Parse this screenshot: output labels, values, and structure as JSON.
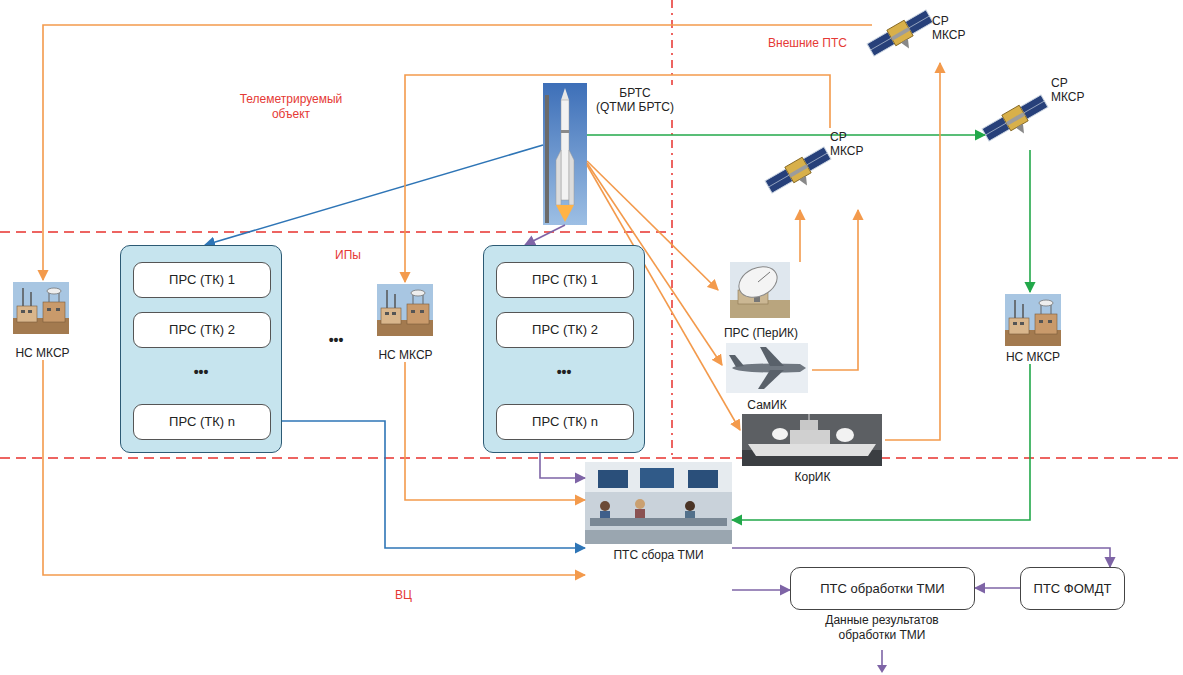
{
  "diagram": {
    "nodes": [
      {
        "text": [
          "БРТС",
          "(QТМИ БРТС)"
        ]
      },
      {
        "text": [
          "СР МКСР"
        ]
      },
      {
        "text": [
          "СР МКСР"
        ]
      },
      {
        "text": [
          "СР МКСР"
        ]
      },
      {
        "text": [
          "НС МКСР"
        ]
      },
      {
        "text": []
      },
      {
        "text": [
          "ПРС (ТК) 1"
        ],
        "in": 5
      },
      {
        "text": [
          "ПРС (ТК) 2"
        ],
        "in": 5
      },
      {
        "text": [
          "ПРС (ТК) n"
        ],
        "in": 5
      },
      {
        "text": [
          "НС МКСР"
        ]
      },
      {
        "text": []
      },
      {
        "text": [
          "ПРС (ТК) 1"
        ],
        "in": 10
      },
      {
        "text": [
          "ПРС (ТК) 2"
        ],
        "in": 10
      },
      {
        "text": [
          "ПРС (ТК) n"
        ],
        "in": 10
      },
      {
        "text": [
          "ПРС (ПерИК)"
        ]
      },
      {
        "text": [
          "СамИК"
        ]
      },
      {
        "text": [
          "КорИК"
        ]
      },
      {
        "text": [
          "НС МКСР"
        ]
      },
      {
        "text": [
          "ПТС сбора ТМИ"
        ]
      },
      {
        "text": [
          "ПТС обработки ТМИ"
        ]
      },
      {
        "text": [
          "ПТС ФОМДТ"
        ]
      }
    ],
    "edges": [
      {
        "from": 0,
        "to": 5,
        "arrow": "to"
      },
      {
        "from": 0,
        "to": 10,
        "arrow": "to"
      },
      {
        "from": 0,
        "to": 14,
        "arrow": "to"
      },
      {
        "from": 0,
        "to": 15,
        "arrow": "to"
      },
      {
        "from": 0,
        "to": 16,
        "arrow": "to"
      },
      {
        "from": 0,
        "to": 3,
        "arrow": "to"
      },
      {
        "from": 16,
        "to": 1,
        "arrow": "to"
      },
      {
        "from": 1,
        "to": 4,
        "arrow": "to"
      },
      {
        "from": 14,
        "to": 2,
        "arrow": "to"
      },
      {
        "from": 15,
        "to": 2,
        "arrow": "to"
      },
      {
        "from": 2,
        "to": 9,
        "arrow": "to"
      },
      {
        "from": 4,
        "to": 18,
        "arrow": "to"
      },
      {
        "from": 9,
        "to": 18,
        "arrow": "to"
      },
      {
        "from": 3,
        "to": 17,
        "arrow": "to"
      },
      {
        "from": 17,
        "to": 18,
        "arrow": "to"
      },
      {
        "from": 8,
        "to": 18,
        "arrow": "to"
      },
      {
        "from": 10,
        "to": 18,
        "arrow": "to"
      },
      {
        "from": 18,
        "to": 19,
        "arrow": "to"
      },
      {
        "from": 18,
        "to": 20,
        "arrow": "to"
      },
      {
        "from": 20,
        "to": 19,
        "arrow": "to"
      }
    ],
    "labels": [
      "Телеметрируемый объект",
      "Внешние ПТС",
      "ИПы",
      "•••",
      "•••",
      "•••",
      "ВЦ",
      "Данные результатов обработки ТМИ"
    ]
  }
}
